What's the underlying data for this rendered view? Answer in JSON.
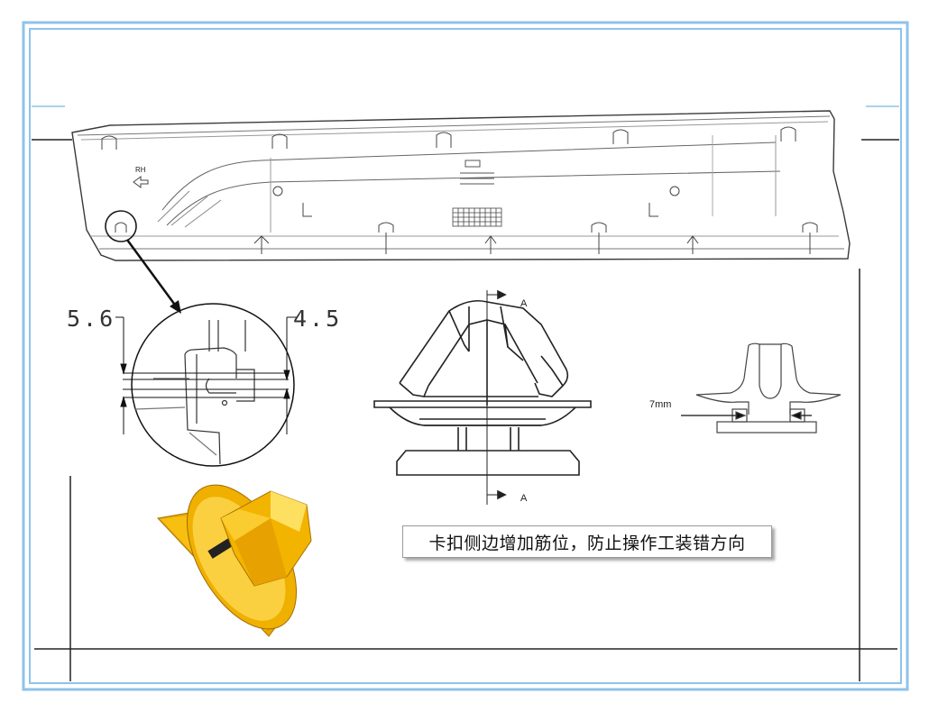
{
  "drawing": {
    "part_label": "RH",
    "dimensions": {
      "left": "5.6",
      "right": "4.5"
    },
    "section_label_top": "A",
    "section_label_bottom": "A",
    "gap_label": "7mm",
    "caption": "卡扣侧边增加筋位，防止操作工装错方向"
  },
  "colors": {
    "frame": "#8fc3ea",
    "line": "#2a2a2a",
    "clip_yellow": "#f2b600"
  }
}
